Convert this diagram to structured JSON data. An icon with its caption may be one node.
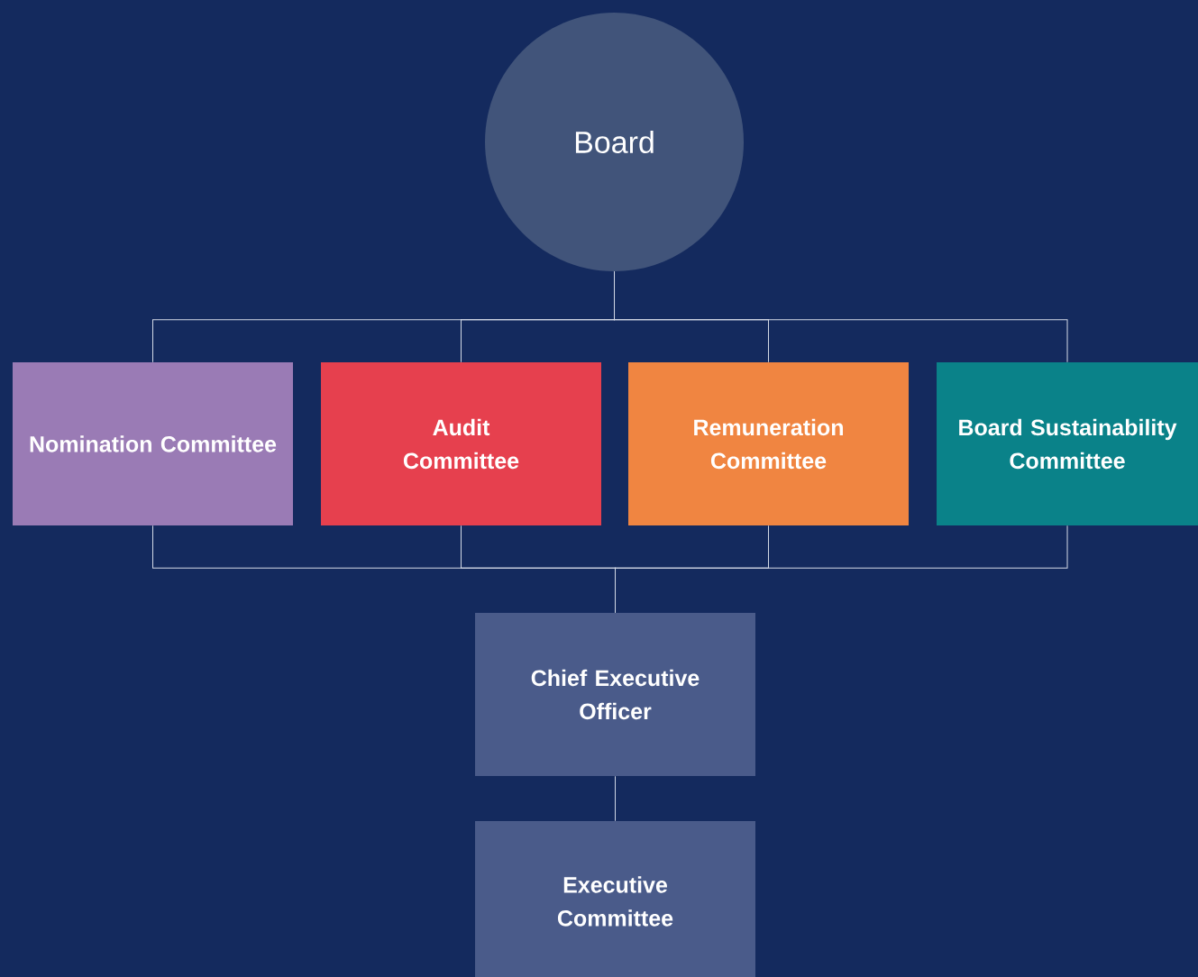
{
  "diagram": {
    "nodes": [
      {
        "text": [
          "Board"
        ]
      },
      {
        "text": [
          "Nomination Committee"
        ]
      },
      {
        "text": [
          "Audit Committee"
        ]
      },
      {
        "text": [
          "Remuneration Committee"
        ]
      },
      {
        "text": [
          "Board Sustainability Committee"
        ]
      },
      {
        "text": [
          "Chief Executive Officer"
        ]
      },
      {
        "text": [
          "Executive Committee"
        ]
      }
    ],
    "edges": [
      {
        "from": 0,
        "to": 1,
        "arrow": "none"
      },
      {
        "from": 0,
        "to": 2,
        "arrow": "none"
      },
      {
        "from": 0,
        "to": 3,
        "arrow": "none"
      },
      {
        "from": 0,
        "to": 4,
        "arrow": "none"
      },
      {
        "from": 1,
        "to": 5,
        "arrow": "none"
      },
      {
        "from": 2,
        "to": 5,
        "arrow": "none"
      },
      {
        "from": 3,
        "to": 5,
        "arrow": "none"
      },
      {
        "from": 4,
        "to": 5,
        "arrow": "none"
      },
      {
        "from": 5,
        "to": 6,
        "arrow": "none"
      }
    ]
  }
}
